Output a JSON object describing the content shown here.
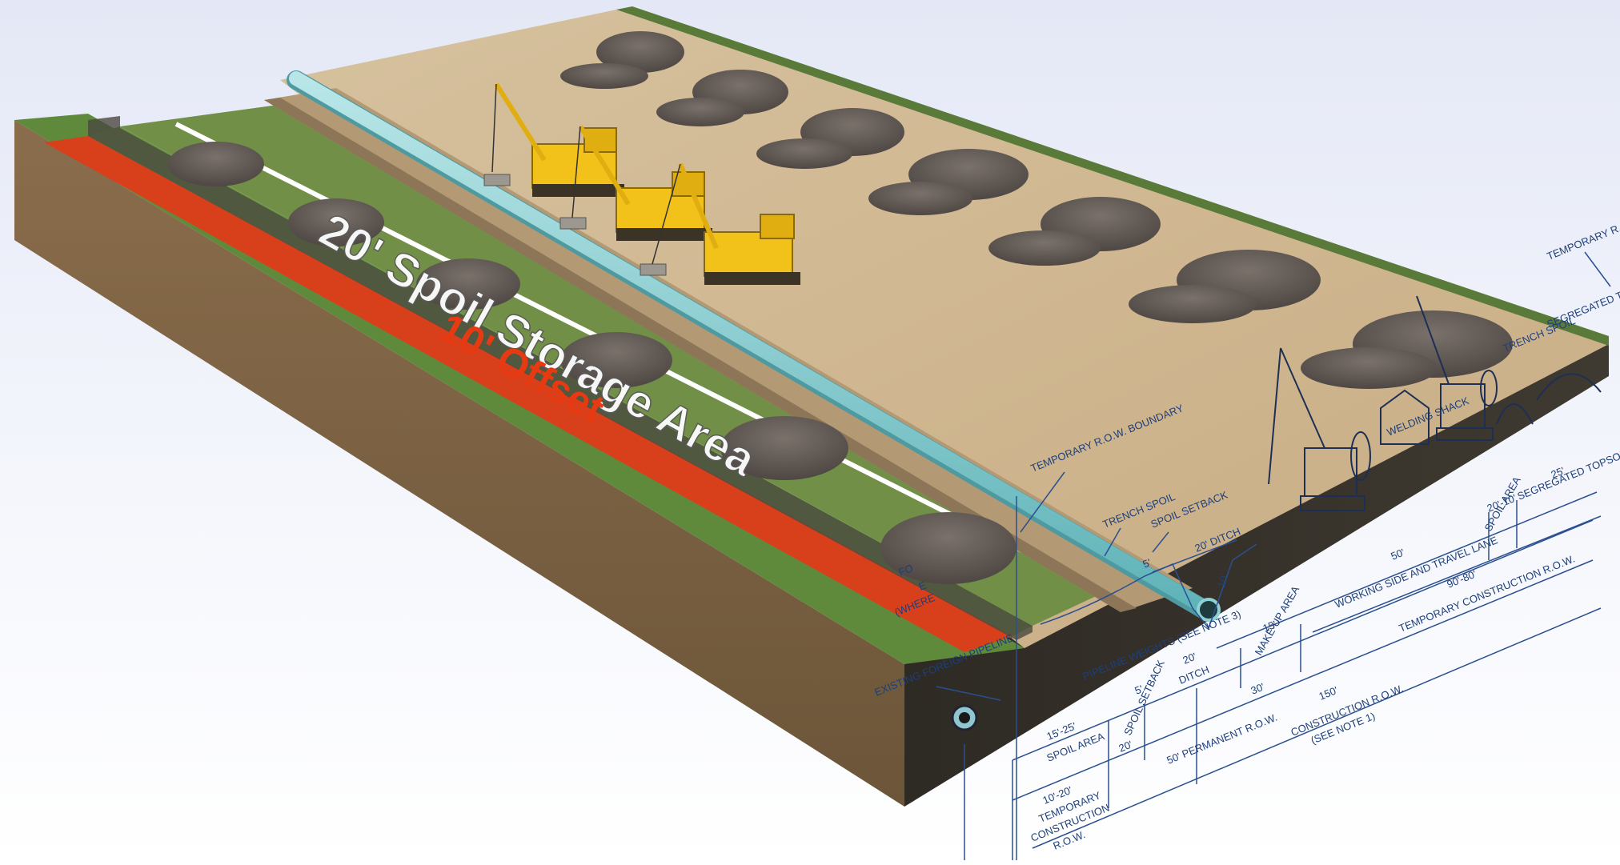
{
  "labels": {
    "spoil_storage": "20' Spoil Storage Area",
    "offset": "10' Offset"
  },
  "annotations": {
    "temp_row_boundary_mid": "TEMPORARY R.O.W. BOUNDARY",
    "trench_spoil": "TRENCH SPOIL",
    "spoil_setback_top": "SPOIL SETBACK",
    "temp_row_boundary_right": "TEMPORARY R.O.W. BOUNDARY",
    "segregated_topsoil_top": "SEGREGATED TOPSOIL",
    "trench_spoil_right": "TRENCH SPOIL",
    "welding_shack": "WELDING SHACK",
    "existing_foreign_pipeline": "EXISTING FOREIGN PIPELINE",
    "pipeline_weights": "PIPELINE WEIGHTS (SEE NOTE 3)",
    "partial_label_fo": "FO",
    "partial_label_e": "E",
    "partial_label_where": "(WHERE"
  },
  "dimensions": {
    "top_setback": "5'",
    "top_ditch": "20' DITCH",
    "top_depth": "10'",
    "spoil_area_15_25": "15'-25'",
    "spoil_area_label": "SPOIL AREA",
    "spoil_setback_5": "5'",
    "spoil_setback_label": "SPOIL SETBACK",
    "ditch_20": "20'",
    "ditch_label": "DITCH",
    "makeup_15": "15'",
    "makeup_label": "MAKE-UP AREA",
    "working_50": "50'",
    "working_label": "WORKING SIDE AND TRAVEL LANE",
    "spoil_20_10": "20'-10'",
    "spoil_area_right": "SPOIL AREA",
    "topsoil_25": "25'",
    "topsoil_label": "SEGREGATED TOPSOIL",
    "temp_90_80": "90'-80'",
    "temp_construction_row": "TEMPORARY CONSTRUCTION R.O.W.",
    "perm_20": "20'",
    "perm_30": "30'",
    "perm_label": "50' PERMANENT R.O.W.",
    "construction_150": "150'",
    "construction_label": "CONSTRUCTION R.O.W.",
    "construction_note": "(SEE NOTE 1)",
    "temp_10_20": "10'-20'",
    "temp_construction_left_1": "TEMPORARY",
    "temp_construction_left_2": "CONSTRUCTION",
    "temp_construction_left_3": "R.O.W."
  },
  "colors": {
    "dirt": "#cdb48f",
    "grass": "#5f8a3c",
    "offset_red": "#d8401c",
    "pipe": "#8fd0d4",
    "equipment": "#f2c21b",
    "soil_side": "#7d6446",
    "blueprint": "#1d3f7a"
  }
}
